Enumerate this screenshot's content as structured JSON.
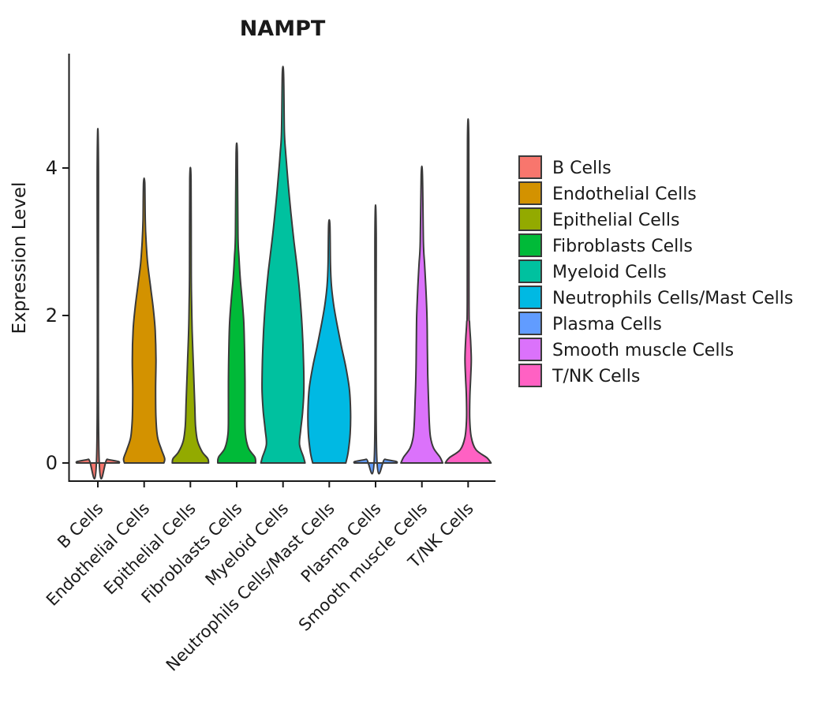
{
  "chart_data": {
    "type": "violin",
    "title": "NAMPT",
    "xlabel": "",
    "ylabel": "Expression Level",
    "ylim": [
      0,
      5.6
    ],
    "yticks": [
      0,
      2,
      4
    ],
    "ytick_labels": [
      "0",
      "2",
      "4"
    ],
    "grid": "off",
    "legend_position": "right",
    "categories": [
      "B Cells",
      "Endothelial Cells",
      "Epithelial Cells",
      "Fibroblasts Cells",
      "Myeloid Cells",
      "Neutrophils Cells/Mast Cells",
      "Plasma Cells",
      "Smooth muscle Cells",
      "T/NK Cells"
    ],
    "series": [
      {
        "name": "B Cells",
        "color": "#F8766D",
        "max_expression": 4.04,
        "min_expression": 0,
        "density_profile": [
          [
            0,
            27
          ],
          [
            0.02,
            26
          ],
          [
            0.05,
            12
          ],
          [
            0.09,
            1.5
          ],
          [
            4.04,
            0.8
          ]
        ]
      },
      {
        "name": "Endothelial Cells",
        "color": "#D39200",
        "max_expression": 3.8,
        "min_expression": 0,
        "density_profile": [
          [
            0,
            25
          ],
          [
            0.06,
            26
          ],
          [
            0.18,
            22
          ],
          [
            0.35,
            17
          ],
          [
            0.6,
            15
          ],
          [
            1.0,
            14.5
          ],
          [
            1.4,
            15
          ],
          [
            1.8,
            14
          ],
          [
            2.1,
            11.5
          ],
          [
            2.4,
            8
          ],
          [
            2.7,
            4.5
          ],
          [
            3.0,
            2.5
          ],
          [
            3.3,
            1.4
          ],
          [
            3.8,
            0.8
          ]
        ]
      },
      {
        "name": "Epithelial Cells",
        "color": "#93AA00",
        "max_expression": 3.85,
        "min_expression": 0,
        "density_profile": [
          [
            0,
            23
          ],
          [
            0.06,
            22
          ],
          [
            0.15,
            15
          ],
          [
            0.3,
            9
          ],
          [
            0.5,
            6.5
          ],
          [
            0.8,
            5.5
          ],
          [
            1.1,
            4.5
          ],
          [
            1.4,
            3.5
          ],
          [
            1.8,
            2.2
          ],
          [
            2.2,
            1.5
          ],
          [
            2.6,
            1.1
          ],
          [
            3.85,
            0.8
          ]
        ]
      },
      {
        "name": "Fibroblasts Cells",
        "color": "#00BA38",
        "max_expression": 4.2,
        "min_expression": 0,
        "density_profile": [
          [
            0,
            24
          ],
          [
            0.08,
            23
          ],
          [
            0.2,
            15
          ],
          [
            0.4,
            11
          ],
          [
            0.7,
            10.5
          ],
          [
            1.1,
            10.5
          ],
          [
            1.5,
            10
          ],
          [
            1.9,
            9
          ],
          [
            2.2,
            7
          ],
          [
            2.5,
            4.5
          ],
          [
            2.8,
            2.8
          ],
          [
            3.1,
            1.6
          ],
          [
            4.2,
            0.8
          ]
        ]
      },
      {
        "name": "Myeloid Cells",
        "color": "#00C19F",
        "max_expression": 5.28,
        "min_expression": 0,
        "density_profile": [
          [
            0,
            28
          ],
          [
            0.08,
            26
          ],
          [
            0.25,
            21
          ],
          [
            0.45,
            22.5
          ],
          [
            0.7,
            25
          ],
          [
            1.0,
            26.5
          ],
          [
            1.4,
            26
          ],
          [
            1.8,
            24.5
          ],
          [
            2.2,
            22
          ],
          [
            2.6,
            18.5
          ],
          [
            3.0,
            14
          ],
          [
            3.4,
            10
          ],
          [
            3.8,
            6.5
          ],
          [
            4.2,
            3.5
          ],
          [
            4.5,
            1.8
          ],
          [
            5.28,
            0.8
          ]
        ]
      },
      {
        "name": "Neutrophils Cells/Mast Cells",
        "color": "#00B9E3",
        "max_expression": 3.23,
        "min_expression": 0,
        "density_profile": [
          [
            0,
            21
          ],
          [
            0.15,
            24
          ],
          [
            0.4,
            26.5
          ],
          [
            0.7,
            27
          ],
          [
            1.0,
            25.5
          ],
          [
            1.3,
            21
          ],
          [
            1.6,
            15
          ],
          [
            1.9,
            9.5
          ],
          [
            2.15,
            5.5
          ],
          [
            2.4,
            2.8
          ],
          [
            2.7,
            1.5
          ],
          [
            3.23,
            0.8
          ]
        ]
      },
      {
        "name": "Plasma Cells",
        "color": "#619CFF",
        "max_expression": 3.12,
        "min_expression": 0,
        "density_profile": [
          [
            0,
            27
          ],
          [
            0.02,
            26
          ],
          [
            0.05,
            12
          ],
          [
            0.09,
            1.5
          ],
          [
            3.12,
            0.8
          ]
        ]
      },
      {
        "name": "Smooth muscle Cells",
        "color": "#DB72FB",
        "max_expression": 3.91,
        "min_expression": 0,
        "density_profile": [
          [
            0,
            26.5
          ],
          [
            0.08,
            23
          ],
          [
            0.2,
            15
          ],
          [
            0.35,
            11
          ],
          [
            0.55,
            9.5
          ],
          [
            0.85,
            8.5
          ],
          [
            1.2,
            7.5
          ],
          [
            1.6,
            7
          ],
          [
            2.0,
            6.5
          ],
          [
            2.4,
            5
          ],
          [
            2.7,
            3.5
          ],
          [
            3.0,
            2
          ],
          [
            3.91,
            0.8
          ]
        ]
      },
      {
        "name": "T/NK Cells",
        "color": "#FF61C3",
        "max_expression": 4.39,
        "min_expression": 0,
        "density_profile": [
          [
            0,
            29
          ],
          [
            0.07,
            24
          ],
          [
            0.18,
            10
          ],
          [
            0.35,
            4
          ],
          [
            0.6,
            2
          ],
          [
            0.9,
            2.2
          ],
          [
            1.15,
            3.2
          ],
          [
            1.4,
            4
          ],
          [
            1.65,
            3.2
          ],
          [
            1.9,
            1.8
          ],
          [
            2.2,
            1.1
          ],
          [
            4.39,
            0.8
          ]
        ]
      }
    ],
    "outline_color": "#3a3a3a",
    "axis_color": "#1a1a1a"
  }
}
